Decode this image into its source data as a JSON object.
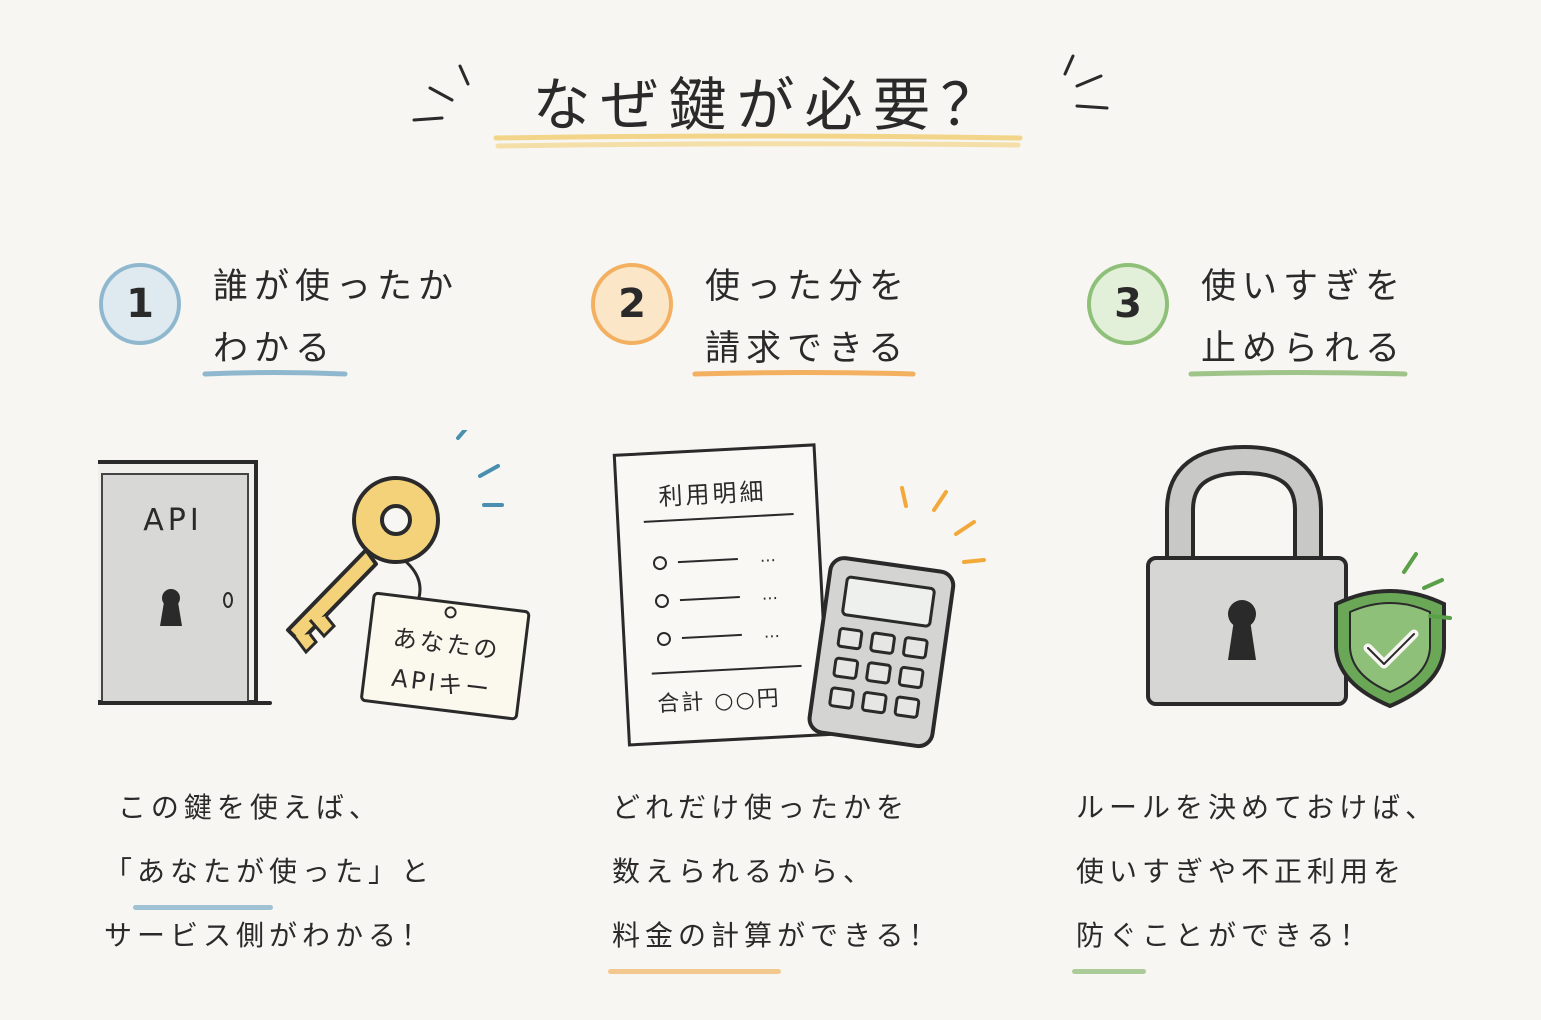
{
  "title": "なぜ鍵が必要？",
  "colors": {
    "blue": "#8fb8cf",
    "orange": "#f2b060",
    "green": "#8fc07a",
    "background": "#f7f6f2"
  },
  "columns": [
    {
      "number": "1",
      "heading_line1": "誰が使ったか",
      "heading_line2": "わかる",
      "door_label": "API",
      "tag_line1": "あなたの",
      "tag_line2": "APIキー",
      "body_line1": "この鍵を使えば、",
      "body_line2_pre": "「",
      "body_line2_hl": "あなたが",
      "body_line2_post": "使った」と",
      "body_line3": "サービス側がわかる！",
      "icons": [
        "door-icon",
        "key-icon",
        "tag-icon"
      ]
    },
    {
      "number": "2",
      "heading_line1": "使った分を",
      "heading_line2": "請求できる",
      "statement_title": "利用明細",
      "statement_dots": "…",
      "statement_total": "合計 ○○円",
      "body_line1": "どれだけ使ったかを",
      "body_line2": "数えられるから、",
      "body_line3_hl": "料金の計算",
      "body_line3_post": "ができる！",
      "icons": [
        "statement-icon",
        "calculator-icon"
      ]
    },
    {
      "number": "3",
      "heading_line1": "使いすぎを",
      "heading_line2": "止められる",
      "body_line1": "ルールを決めておけば、",
      "body_line2": "使いすぎや不正利用を",
      "body_line3_hl": "防ぐ",
      "body_line3_post": "ことができる！",
      "icons": [
        "padlock-icon",
        "shield-check-icon"
      ]
    }
  ]
}
